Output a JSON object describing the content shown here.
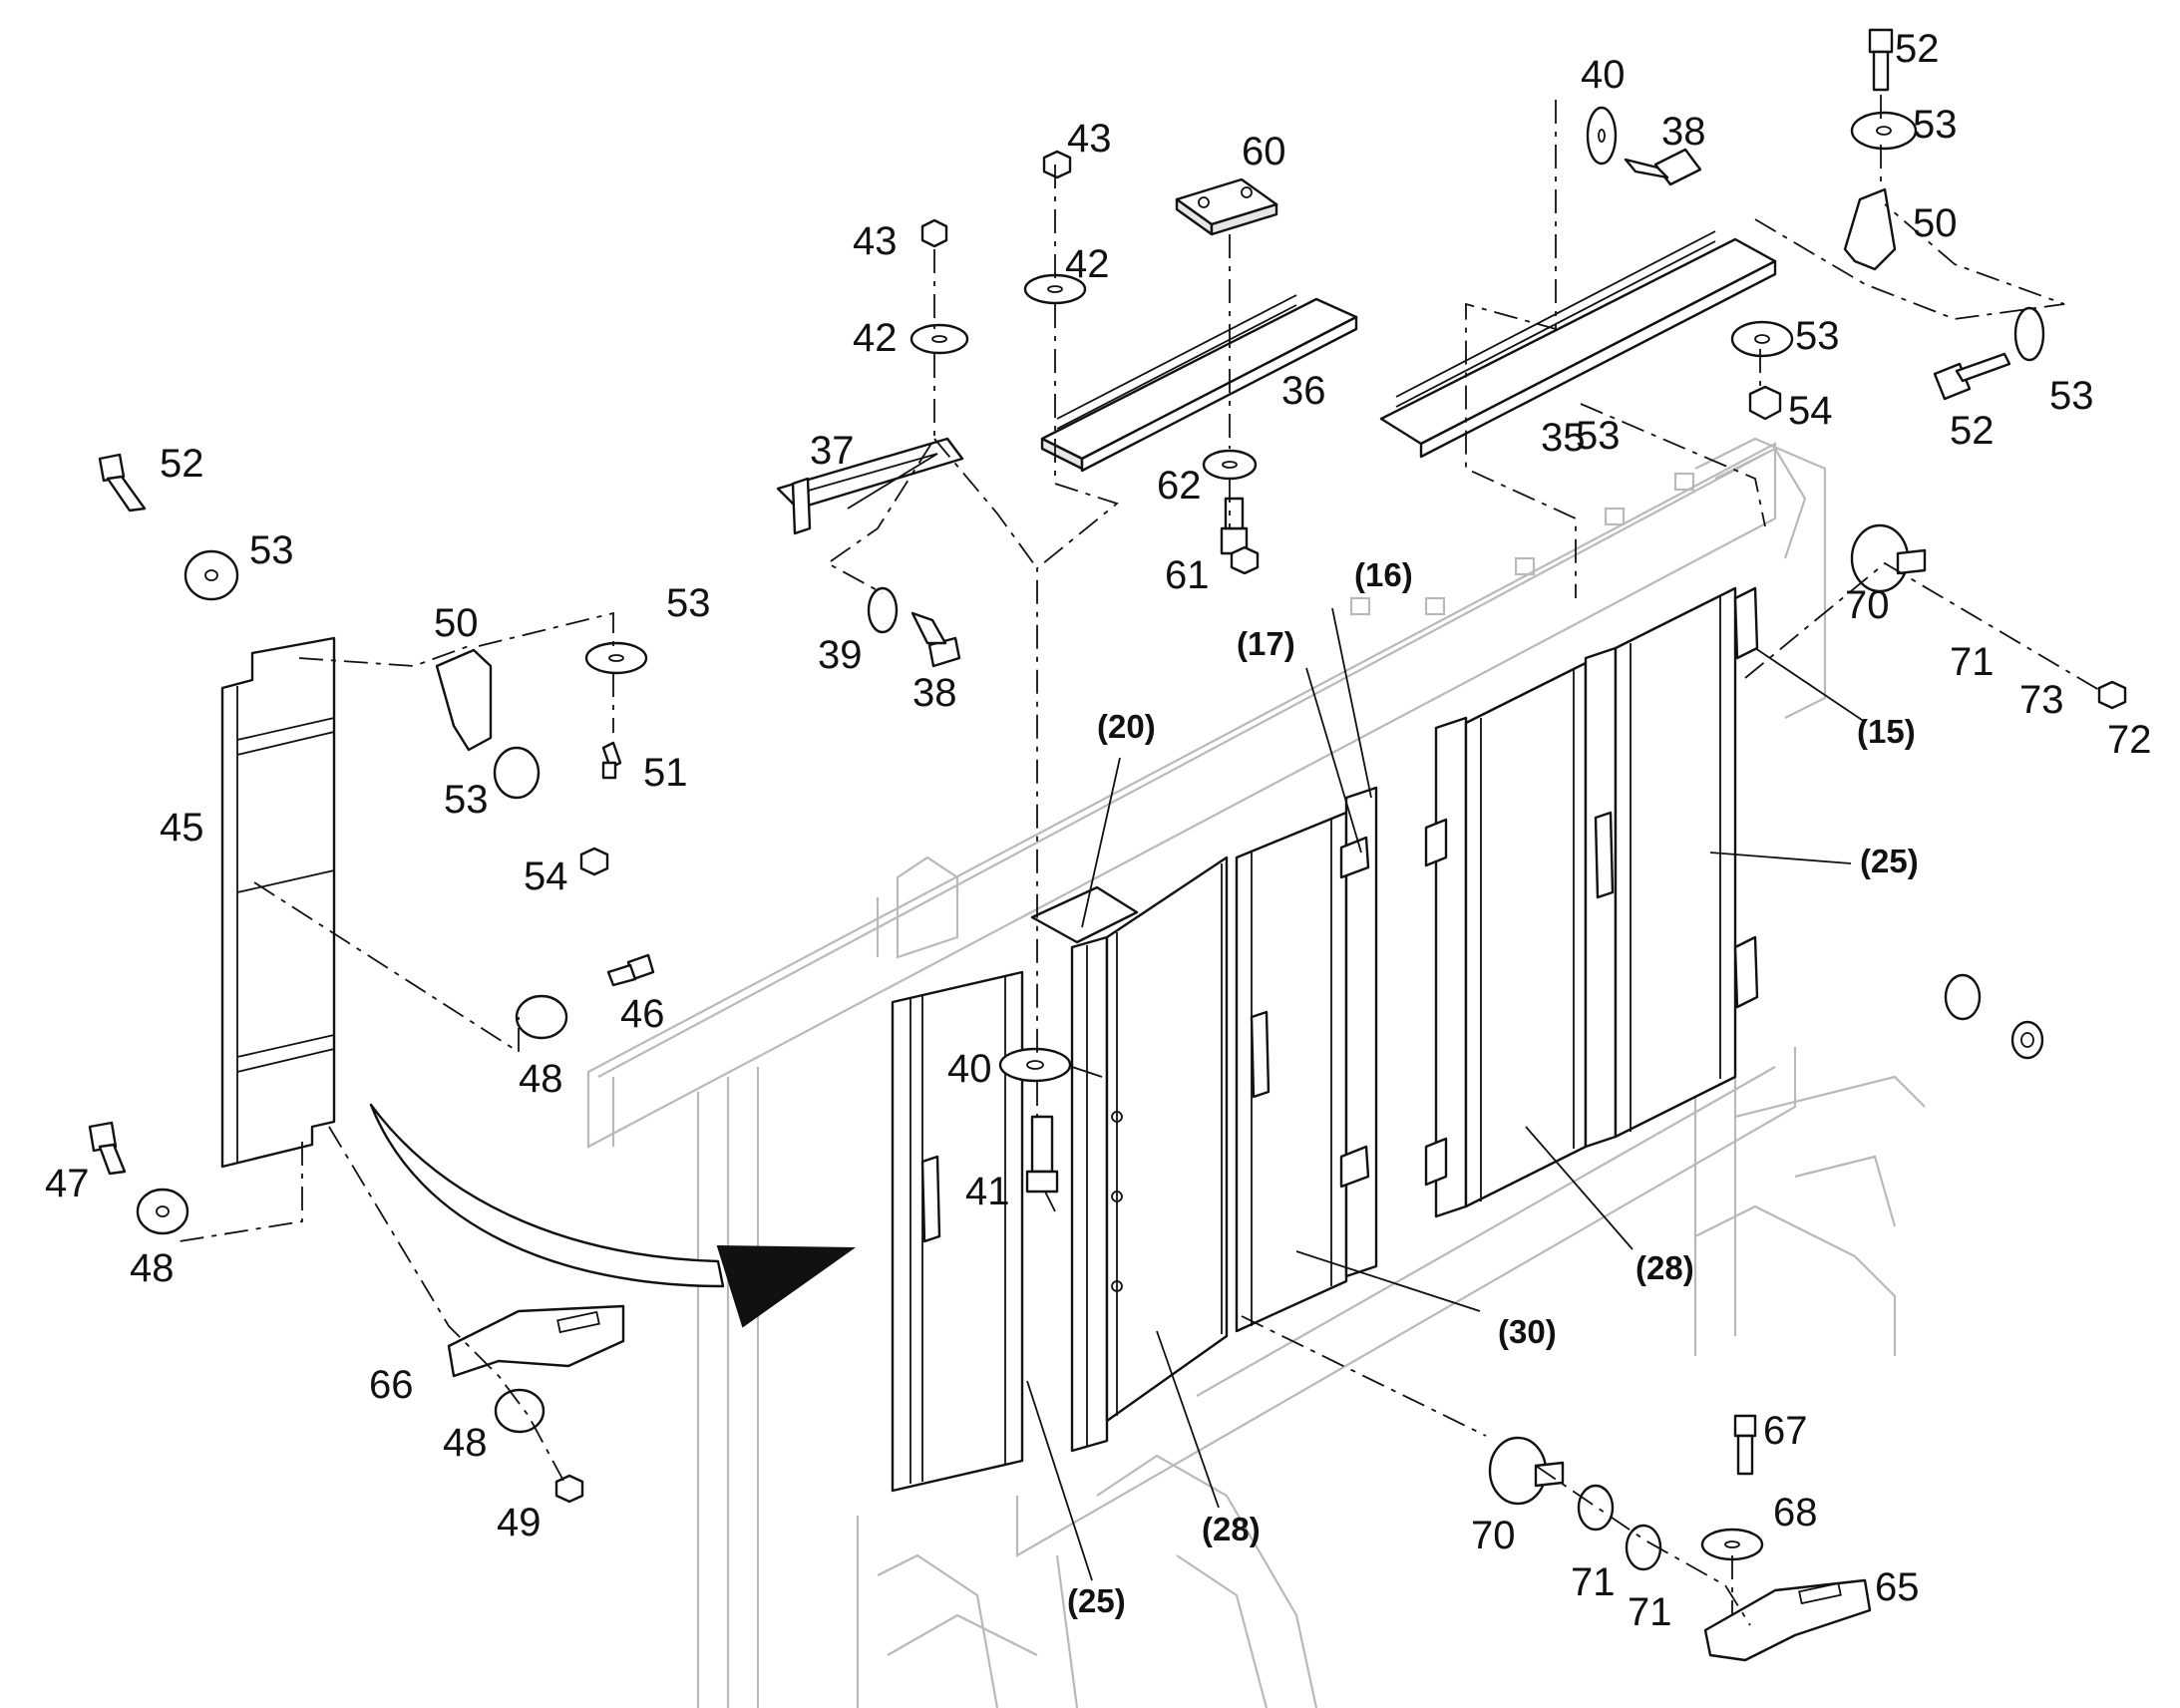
{
  "diagram": {
    "callouts": [
      {
        "id": "c52a",
        "text": "52"
      },
      {
        "id": "c53a",
        "text": "53"
      },
      {
        "id": "c50a",
        "text": "50"
      },
      {
        "id": "c40a",
        "text": "40"
      },
      {
        "id": "c38a",
        "text": "38"
      },
      {
        "id": "c53b",
        "text": "53"
      },
      {
        "id": "c53c",
        "text": "53"
      },
      {
        "id": "c54a",
        "text": "54"
      },
      {
        "id": "c52b",
        "text": "52"
      },
      {
        "id": "c53d",
        "text": "53"
      },
      {
        "id": "c35",
        "text": "35"
      },
      {
        "id": "c43a",
        "text": "43"
      },
      {
        "id": "c42a",
        "text": "42"
      },
      {
        "id": "c60",
        "text": "60"
      },
      {
        "id": "c36",
        "text": "36"
      },
      {
        "id": "c62",
        "text": "62"
      },
      {
        "id": "c61",
        "text": "61"
      },
      {
        "id": "c43b",
        "text": "43"
      },
      {
        "id": "c42b",
        "text": "42"
      },
      {
        "id": "c37",
        "text": "37"
      },
      {
        "id": "c39",
        "text": "39"
      },
      {
        "id": "c38b",
        "text": "38"
      },
      {
        "id": "c52c",
        "text": "52"
      },
      {
        "id": "c53e",
        "text": "53"
      },
      {
        "id": "c50b",
        "text": "50"
      },
      {
        "id": "c53f",
        "text": "53"
      },
      {
        "id": "c53g",
        "text": "53"
      },
      {
        "id": "c51",
        "text": "51"
      },
      {
        "id": "c54b",
        "text": "54"
      },
      {
        "id": "c45",
        "text": "45"
      },
      {
        "id": "c46",
        "text": "46"
      },
      {
        "id": "c48a",
        "text": "48"
      },
      {
        "id": "c47",
        "text": "47"
      },
      {
        "id": "c48b",
        "text": "48"
      },
      {
        "id": "c66",
        "text": "66"
      },
      {
        "id": "c48c",
        "text": "48"
      },
      {
        "id": "c49",
        "text": "49"
      },
      {
        "id": "c40b",
        "text": "40"
      },
      {
        "id": "c41",
        "text": "41"
      },
      {
        "id": "c70a",
        "text": "70"
      },
      {
        "id": "c71a",
        "text": "71"
      },
      {
        "id": "c73",
        "text": "73"
      },
      {
        "id": "c72",
        "text": "72"
      },
      {
        "id": "c70b",
        "text": "70"
      },
      {
        "id": "c71b",
        "text": "71"
      },
      {
        "id": "c71c",
        "text": "71"
      },
      {
        "id": "c67",
        "text": "67"
      },
      {
        "id": "c68",
        "text": "68"
      },
      {
        "id": "c65",
        "text": "65"
      }
    ],
    "ref_labels": [
      {
        "id": "r16",
        "text": "(16)"
      },
      {
        "id": "r17",
        "text": "(17)"
      },
      {
        "id": "r20",
        "text": "(20)"
      },
      {
        "id": "r15",
        "text": "(15)"
      },
      {
        "id": "r25a",
        "text": "(25)"
      },
      {
        "id": "r28a",
        "text": "(28)"
      },
      {
        "id": "r30",
        "text": "(30)"
      },
      {
        "id": "r28b",
        "text": "(28)"
      },
      {
        "id": "r25b",
        "text": "(25)"
      }
    ]
  }
}
